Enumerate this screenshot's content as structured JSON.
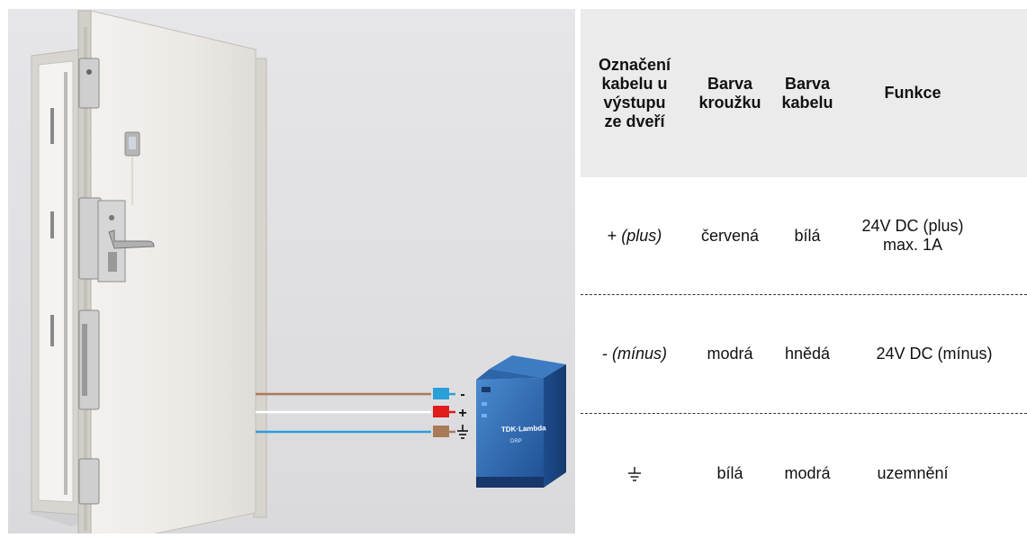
{
  "table": {
    "headers": {
      "cable_marking": [
        "Označení",
        "kabelu u",
        "výstupu",
        "ze dveří"
      ],
      "ring_color": [
        "Barva",
        "kroužku"
      ],
      "cable_color": [
        "Barva",
        "kabelu"
      ],
      "function": "Funkce"
    },
    "rows": [
      {
        "sign": "+",
        "sign_name": "(plus)",
        "ring_color": "červená",
        "cable_color": "bílá",
        "function_l1": "24V DC (plus)",
        "function_l2": "max. 1A"
      },
      {
        "sign": "-",
        "sign_name": "(mínus)",
        "ring_color": "modrá",
        "cable_color": "hnědá",
        "function_l1": "24V DC (mínus)"
      },
      {
        "sign_icon": "ground-symbol",
        "ring_color": "bílá",
        "cable_color": "modrá",
        "function_l1": "uzemnění"
      }
    ]
  },
  "illustration": {
    "terminals": [
      {
        "sign": "-",
        "ring_color": "#2a9fd8",
        "wire_color": "#a97a58"
      },
      {
        "sign": "+",
        "ring_color": "#e21b1b",
        "wire_color": "#ffffff"
      },
      {
        "sign_icon": "ground-symbol",
        "ring_color": "#a97a58",
        "wire_color": "#2a9fd8"
      }
    ],
    "power_supply": {
      "brand_label": "TDK·Lambda",
      "model_label": "DRP"
    }
  }
}
